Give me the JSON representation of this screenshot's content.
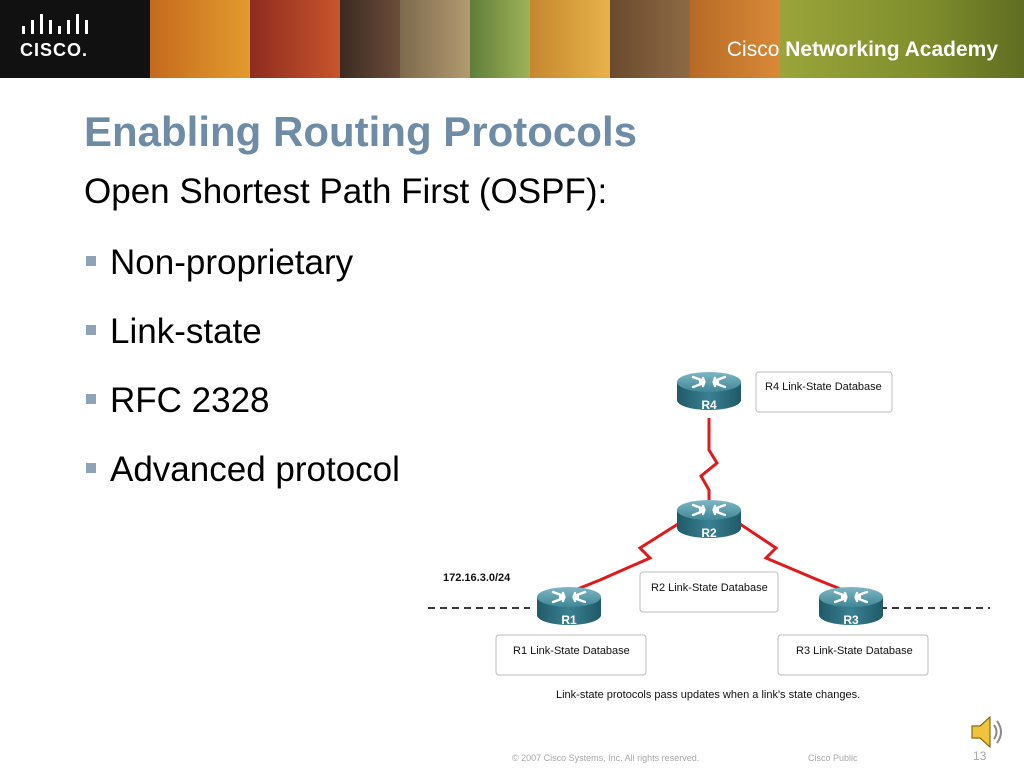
{
  "banner": {
    "logo_text": "CISCO.",
    "academy_prefix": "Cisco ",
    "academy_suffix": "Networking Academy"
  },
  "slide": {
    "title": "Enabling Routing Protocols",
    "subtitle": "Open Shortest Path First (OSPF):",
    "bullets": [
      "Non-proprietary",
      "Link-state",
      "RFC 2328",
      "Advanced protocol"
    ]
  },
  "diagram": {
    "network_label": "172.16.3.0/24",
    "routers": [
      {
        "label": "R4"
      },
      {
        "label": "R2"
      },
      {
        "label": "R1"
      },
      {
        "label": "R3"
      }
    ],
    "databases": [
      {
        "label": "R4 Link-State Database"
      },
      {
        "label": "R2 Link-State Database"
      },
      {
        "label": "R1 Link-State Database"
      },
      {
        "label": "R3 Link-State Database"
      }
    ],
    "caption": "Link-state protocols pass updates when a link's state changes.",
    "colors": {
      "link": "#e0191b",
      "router": "#2e7182",
      "box_border": "#bcbcbc"
    }
  },
  "footer": {
    "copyright": "© 2007 Cisco Systems, Inc. All rights reserved.",
    "classification": "Cisco Public",
    "page_number": "13"
  }
}
